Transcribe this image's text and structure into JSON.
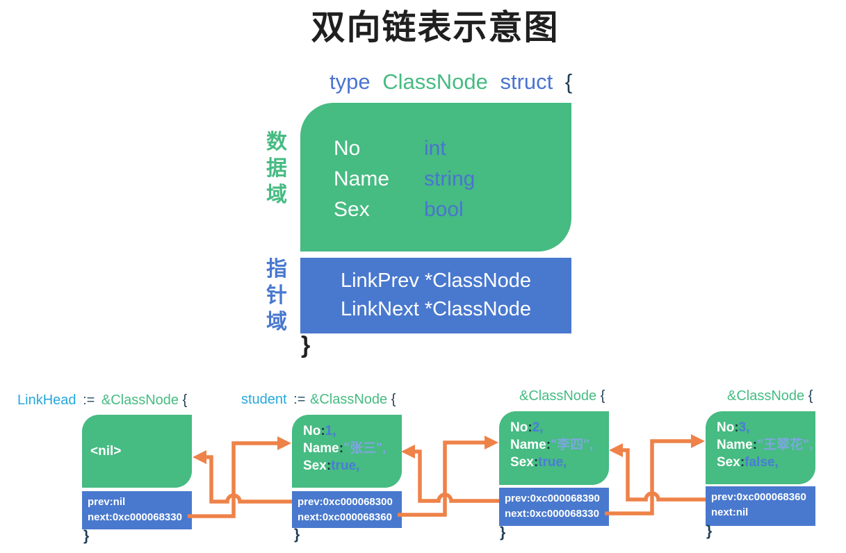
{
  "title": "双向链表示意图",
  "struct_def": {
    "kw_type": "type",
    "name": "ClassNode",
    "kw_struct": "struct",
    "open_brace": "{",
    "close_brace": "}",
    "data_domain_label": "数据域",
    "pointer_domain_label": "指针域",
    "fields": [
      {
        "name": "No",
        "type": "int"
      },
      {
        "name": "Name",
        "type": "string"
      },
      {
        "name": "Sex",
        "type": "bool"
      }
    ],
    "pointers": [
      "LinkPrev *ClassNode",
      "LinkNext *ClassNode"
    ]
  },
  "nodes": [
    {
      "header": {
        "var": "LinkHead",
        "assign": ":=",
        "ctor": "&ClassNode",
        "brace": "{"
      },
      "nil_label": "<nil>",
      "prev": "prev:nil",
      "next": "next:0xc000068330",
      "close_brace": "}"
    },
    {
      "header": {
        "var": "student",
        "assign": ":=",
        "ctor": "&ClassNode",
        "brace": "{"
      },
      "fields": [
        {
          "label": "No",
          "sep": ":",
          "value": "1,"
        },
        {
          "label": "Name",
          "sep": ":",
          "value": "\"张三\","
        },
        {
          "label": "Sex",
          "sep": ":",
          "value": "true,"
        }
      ],
      "prev": "prev:0xc000068300",
      "next": "next:0xc000068360",
      "close_brace": "}"
    },
    {
      "header": {
        "ctor": "&ClassNode",
        "brace": "{"
      },
      "fields": [
        {
          "label": "No",
          "sep": ":",
          "value": "2,"
        },
        {
          "label": "Name",
          "sep": ":",
          "value": "\"李四\","
        },
        {
          "label": "Sex",
          "sep": ":",
          "value": "true,"
        }
      ],
      "prev": "prev:0xc000068390",
      "next": "next:0xc000068330",
      "close_brace": "}"
    },
    {
      "header": {
        "ctor": "&ClassNode",
        "brace": "{"
      },
      "fields": [
        {
          "label": "No",
          "sep": ":",
          "value": "3,"
        },
        {
          "label": "Name",
          "sep": ":",
          "value": "\"王翠花\","
        },
        {
          "label": "Sex",
          "sep": ":",
          "value": "false,"
        }
      ],
      "prev": "prev:0xc000068360",
      "next": "next:nil",
      "close_brace": "}"
    }
  ],
  "colors": {
    "node_green": "#46BB82",
    "pointer_blue": "#4979CE",
    "arrow_orange": "#EE8248",
    "keyword_blue": "#4A74D0",
    "variable_cyan": "#25A8DC",
    "value_blue": "#4A7CD6",
    "string_light_blue": "#7EA6E0"
  }
}
